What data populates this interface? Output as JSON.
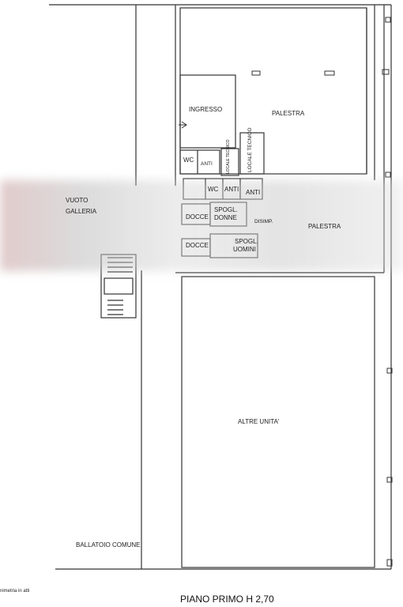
{
  "rooms": {
    "ingresso": "INGRESSO",
    "palestra_top": "PALESTRA",
    "locale_tecnico_small": "LOCALE TECNICO",
    "locale_tecnico": "LOCALE TECNICO",
    "wc1": "WC",
    "anti1": "ANTI",
    "wc2": "WC",
    "anti2": "ANTI",
    "anti3": "ANTI",
    "vuoto": "VUOTO",
    "galleria": "GALLERIA",
    "docce1": "DOCCE",
    "spogl_donne_1": "SPOGL.",
    "spogl_donne_2": "DONNE",
    "disimp": "DISIMP.",
    "palestra_mid": "PALESTRA",
    "docce2": "DOCCE",
    "spogl_uomini_1": "SPOGL.",
    "spogl_uomini_2": "UOMINI",
    "altre_unita": "ALTRE UNITA'",
    "ballatoio": "BALLATOIO COMUNE"
  },
  "footer": {
    "note": "nimetria in atti",
    "floor_title": "PIANO PRIMO H 2,70"
  }
}
